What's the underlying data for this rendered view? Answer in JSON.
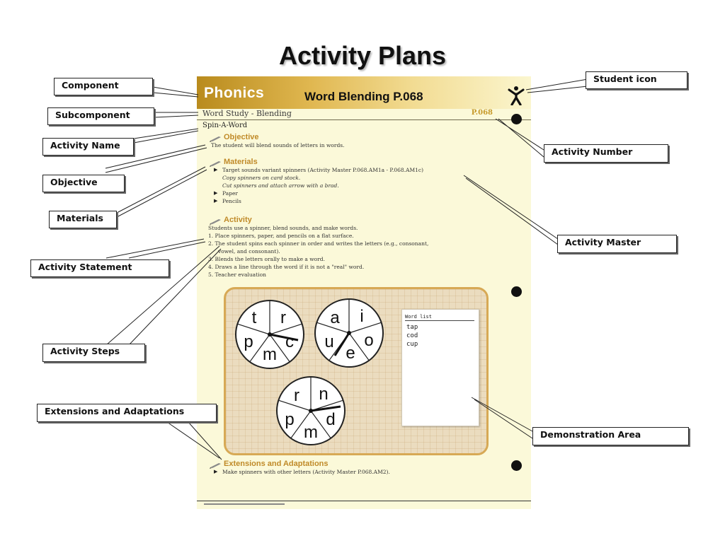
{
  "slide": {
    "title": "Activity Plans"
  },
  "page": {
    "component": "Phonics",
    "header_title": "Word Blending P.068",
    "subcomponent": "Word Study - Blending",
    "activity_number": "P.068",
    "activity_name": "Spin-A-Word",
    "objective": {
      "heading": "Objective",
      "text": "The student will blend sounds of letters in words."
    },
    "materials": {
      "heading": "Materials",
      "items": [
        "Target sounds variant spinners (Activity Master P.068.AM1a - P.068.AM1c)",
        "Copy spinners on card stock.",
        "Cut spinners and attach arrow with a brad.",
        "Paper",
        "Pencils"
      ]
    },
    "activity": {
      "heading": "Activity",
      "statement": "Students use a spinner, blend sounds, and make words.",
      "steps": [
        "1.  Place spinners, paper, and pencils on a flat surface.",
        "2.  The student spins each spinner in order and writes the letters (e.g., consonant,",
        "vowel, and consonant).",
        "3.  Blends the letters orally to make a word.",
        "4.  Draws a line through the word if it is not a \"real\" word.",
        "5.  Teacher evaluation"
      ]
    },
    "demo": {
      "word_list_title": "Word list",
      "words": [
        "tap",
        "cod",
        "cup"
      ],
      "spinner1": [
        "t",
        "r",
        "c",
        "m",
        "p"
      ],
      "spinner2": [
        "a",
        "i",
        "o",
        "e",
        "u"
      ],
      "spinner3": [
        "r",
        "n",
        "d",
        "m",
        "p"
      ]
    },
    "extensions": {
      "heading": "Extensions and Adaptations",
      "text": "Make spinners with other letters (Activity Master P.068.AM2)."
    }
  },
  "callouts": {
    "component": "Component",
    "subcomponent": "Subcomponent",
    "activity_name": "Activity Name",
    "objective": "Objective",
    "materials": "Materials",
    "activity_statement": "Activity Statement",
    "activity_steps": "Activity Steps",
    "extensions": "Extensions and Adaptations",
    "student_icon": "Student  icon",
    "activity_number": "Activity Number",
    "activity_master": "Activity Master",
    "demonstration_area": "Demonstration Area"
  }
}
